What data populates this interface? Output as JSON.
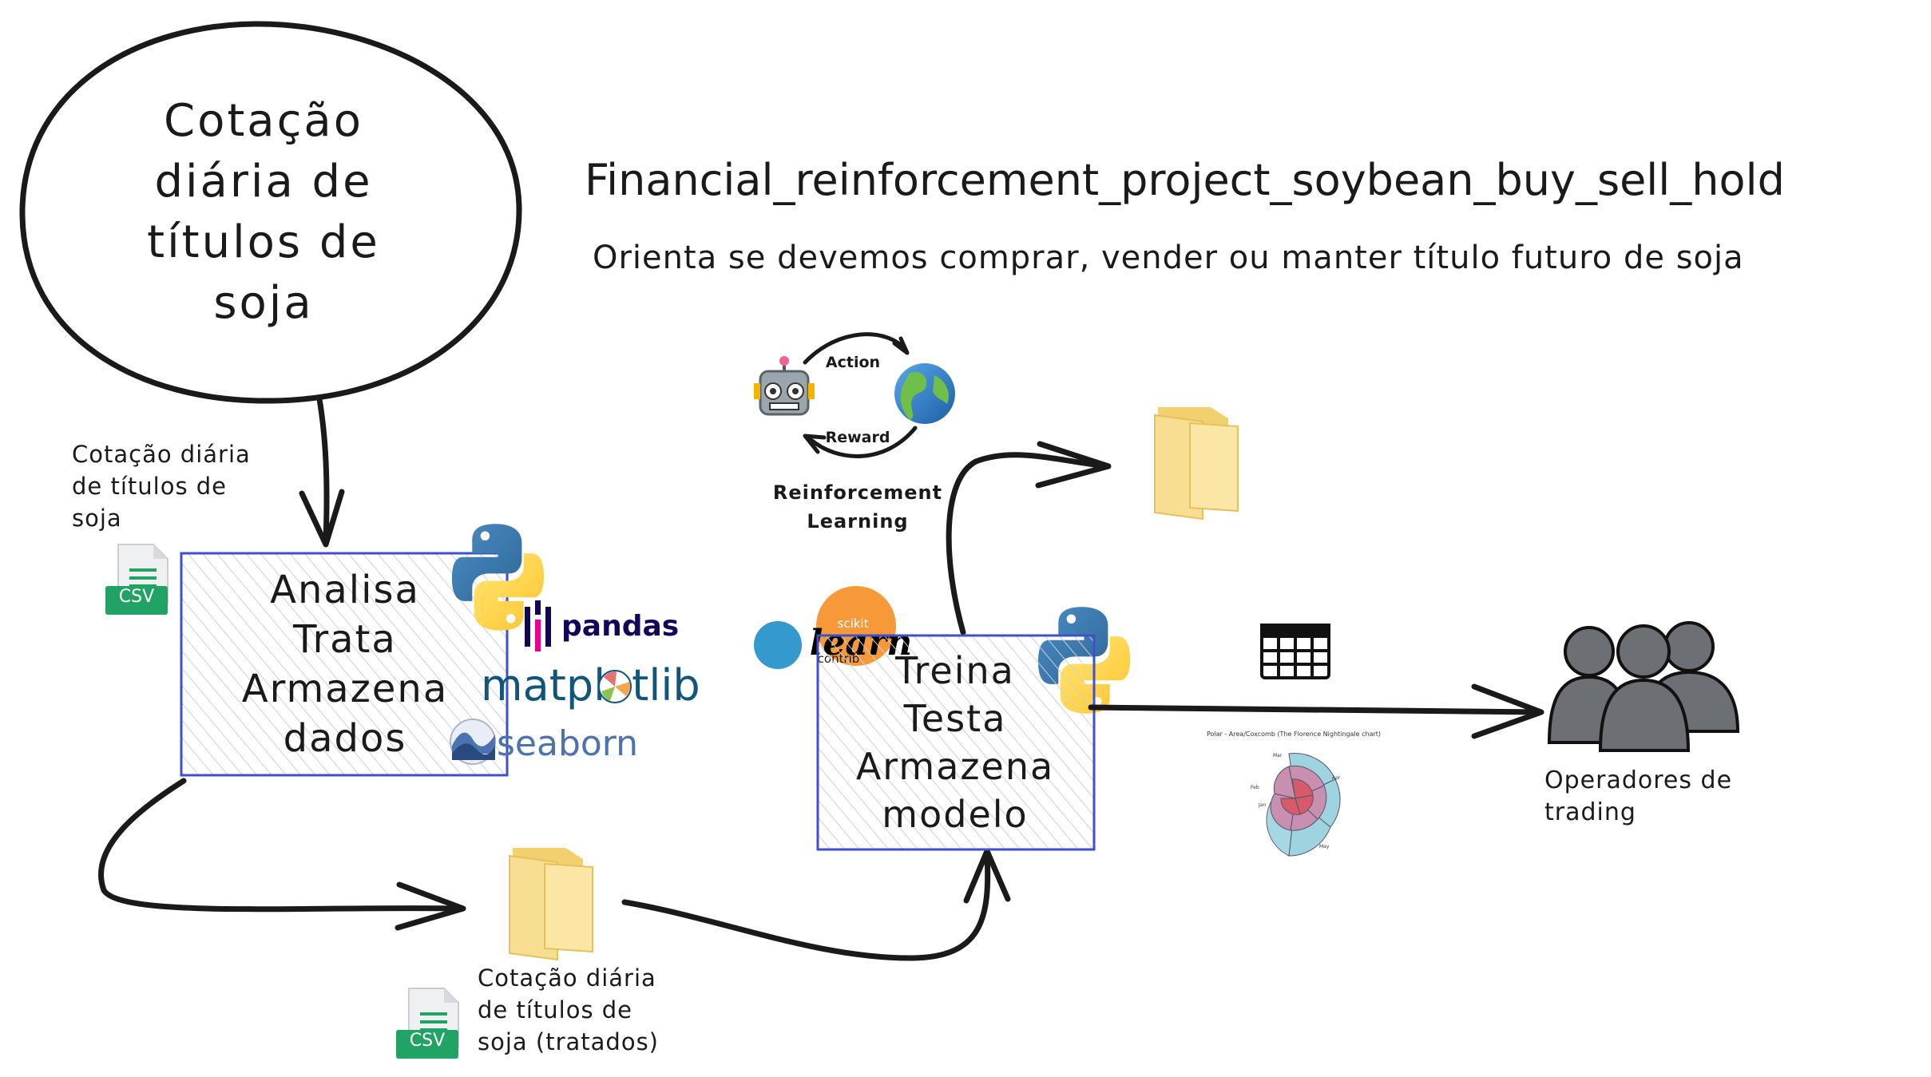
{
  "main_circle": {
    "text": "Cotação\ndiária de\ntítulos de\nsoja"
  },
  "header": {
    "title": "Financial_reinforcement_project_soybean_buy_sell_hold",
    "subtitle": "Orienta se devemos comprar, vender ou manter título futuro de soja"
  },
  "raw_data": {
    "label": "Cotação diária\nde títulos de\nsoja",
    "file_badge": "CSV"
  },
  "process_box": {
    "text": "Analisa\nTrata\nArmazena\ndados"
  },
  "libraries": {
    "pandas": "pandas",
    "matplotlib": "matplotlib",
    "seaborn": "seaborn"
  },
  "processed_data": {
    "label": "Cotação diária\nde títulos de\nsoja (tratados)",
    "file_badge": "CSV"
  },
  "rl_cycle": {
    "action": "Action",
    "reward": "Reward",
    "caption": "Reinforcement\nLearning"
  },
  "sklearn_logo": {
    "top": "scikit",
    "main": "learn",
    "bottom": "contrib"
  },
  "model_box": {
    "text": "Treina\nTesta\nArmazena\nmodelo"
  },
  "polar_chart": {
    "title": "Polar - Area/Coxcomb (The Florence Nightingale chart)",
    "labels": [
      "Mar",
      "Apr",
      "Feb",
      "Jan",
      "May"
    ]
  },
  "operators": {
    "label": "Operadores de\ntrading"
  },
  "icons": [
    "python-icon",
    "folder-icon",
    "csv-file-icon",
    "table-icon",
    "robot-icon",
    "globe-icon",
    "people-icon"
  ],
  "colors": {
    "box_border": "#3f51c8",
    "hatch": "#c7c7c7",
    "folder": "#f6d98a",
    "folder_dark": "#e8c25b",
    "csv_green": "#21a366",
    "python_blue": "#3776ab",
    "python_yellow": "#ffd43b",
    "people": "#6c6f73",
    "pandas": "#150458",
    "matplotlib": "#11557c",
    "seaborn": "#4c72b0",
    "sklearn_orange": "#f89939",
    "sklearn_blue": "#3499cd"
  }
}
